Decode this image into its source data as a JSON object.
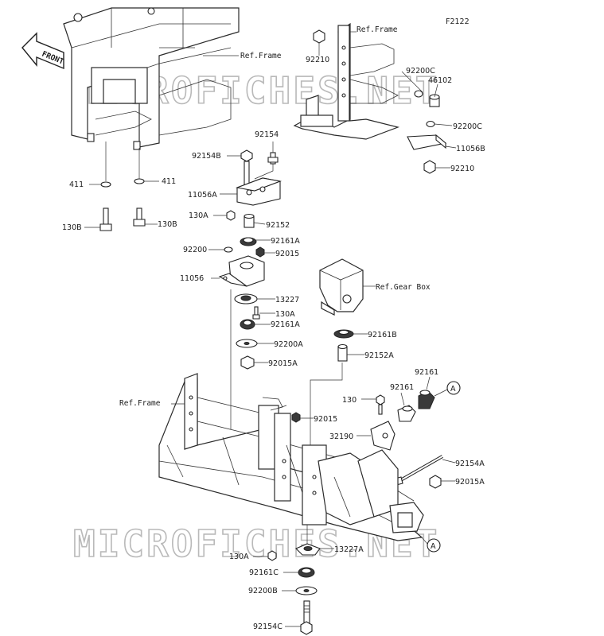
{
  "diagram_code": "F2122",
  "front_arrow_label": "FRONT",
  "watermark": "MICROFICHES.NET",
  "references": {
    "frame": "Ref.Frame",
    "gear_box": "Ref.Gear Box",
    "circle_a": "A"
  },
  "parts": {
    "p92210_top": "92210",
    "p92200C_top": "92200C",
    "p46102": "46102",
    "p92200C_bot": "92200C",
    "p11056B": "11056B",
    "p92210_bot": "92210",
    "p92154": "92154",
    "p92154B": "92154B",
    "p411_left": "411",
    "p411_right": "411",
    "p11056A": "11056A",
    "p130A_top": "130A",
    "p92152": "92152",
    "p130B_left": "130B",
    "p130B_right": "130B",
    "p92161A_top": "92161A",
    "p92200": "92200",
    "p92015_top": "92015",
    "p11056": "11056",
    "p13227": "13227",
    "p130A_mid": "130A",
    "p92161A_mid": "92161A",
    "p92200A": "92200A",
    "p92015A_top": "92015A",
    "p92161B": "92161B",
    "p92152A": "92152A",
    "p92161_right": "92161",
    "p92161_left": "92161",
    "p130": "130",
    "p92015_mid": "92015",
    "p32190": "32190",
    "p92154A": "92154A",
    "p92015A_bot": "92015A",
    "p130A_bot": "130A",
    "p13227A": "13227A",
    "p92161C": "92161C",
    "p92200B": "92200B",
    "p92154C": "92154C"
  }
}
